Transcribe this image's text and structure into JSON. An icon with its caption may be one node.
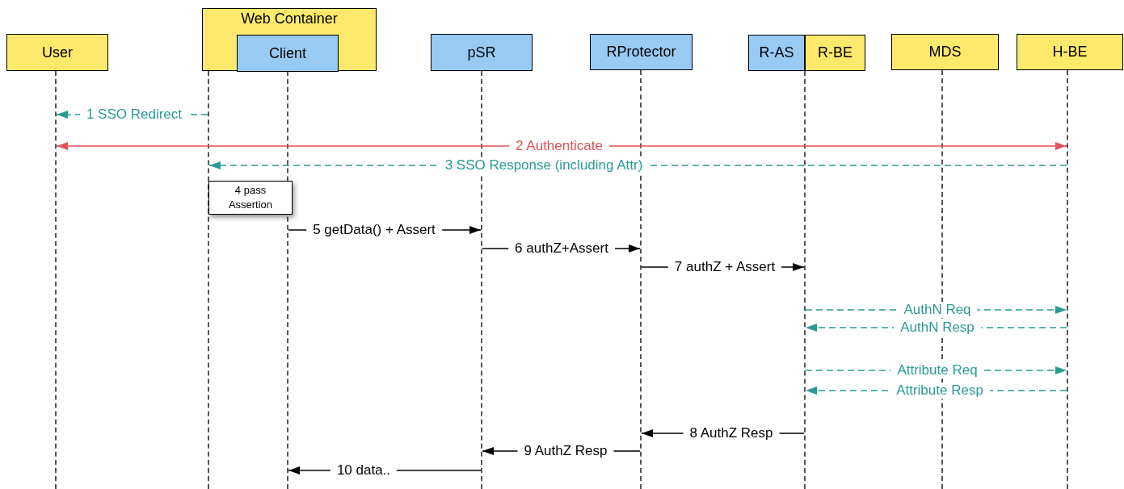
{
  "diagram": {
    "nodes": [
      {
        "text": [
          "User"
        ]
      },
      {
        "text": [
          "Web Container"
        ]
      },
      {
        "text": [
          "Client"
        ],
        "in": 1
      },
      {
        "text": [
          "pSR"
        ]
      },
      {
        "text": [
          "RProtector"
        ]
      },
      {
        "text": [
          "R-AS"
        ]
      },
      {
        "text": [
          "R-BE"
        ]
      },
      {
        "text": [
          "MDS"
        ]
      },
      {
        "text": [
          "H-BE"
        ]
      },
      {
        "text": [
          "4 pass Assertion"
        ]
      },
      {
        "text": [],
        "shape": "line"
      },
      {
        "text": [],
        "shape": "line"
      },
      {
        "text": [],
        "shape": "line"
      },
      {
        "text": [],
        "shape": "line"
      },
      {
        "text": [],
        "shape": "line"
      },
      {
        "text": [],
        "shape": "line"
      },
      {
        "text": [],
        "shape": "line"
      },
      {
        "text": [],
        "shape": "line"
      }
    ],
    "edges": [
      {
        "from": 11,
        "to": 10,
        "arrow": "to",
        "label": "1 SSO Redirect",
        "style": "dashed",
        "color": "#2a9a93"
      },
      {
        "from": 10,
        "to": 17,
        "arrow": "both",
        "label": "2 Authenticate",
        "color": "#e0525a"
      },
      {
        "from": 17,
        "to": 11,
        "arrow": "to",
        "label": "3 SSO Response (including Attr)",
        "style": "dashed",
        "color": "#2a9a93"
      },
      {
        "from": 12,
        "to": 13,
        "arrow": "to",
        "label": "5 getData() + Assert",
        "color": "#000000"
      },
      {
        "from": 13,
        "to": 14,
        "arrow": "to",
        "label": "6 authZ+Assert",
        "color": "#000000"
      },
      {
        "from": 14,
        "to": 15,
        "arrow": "to",
        "label": "7 authZ + Assert",
        "color": "#000000"
      },
      {
        "from": 15,
        "to": 17,
        "arrow": "to",
        "label": "AuthN Req",
        "style": "dashed",
        "color": "#2a9a93"
      },
      {
        "from": 17,
        "to": 15,
        "arrow": "to",
        "label": "AuthN Resp",
        "style": "dashed",
        "color": "#2a9a93"
      },
      {
        "from": 15,
        "to": 17,
        "arrow": "to",
        "label": "Attribute Req",
        "style": "dashed",
        "color": "#2a9a93"
      },
      {
        "from": 17,
        "to": 15,
        "arrow": "to",
        "label": "Attribute Resp",
        "style": "dashed",
        "color": "#2a9a93"
      },
      {
        "from": 15,
        "to": 14,
        "arrow": "to",
        "label": "8 AuthZ Resp",
        "color": "#000000"
      },
      {
        "from": 14,
        "to": 13,
        "arrow": "to",
        "label": "9 AuthZ Resp",
        "color": "#000000"
      },
      {
        "from": 13,
        "to": 12,
        "arrow": "to",
        "label": "10 data..",
        "color": "#000000"
      }
    ]
  }
}
